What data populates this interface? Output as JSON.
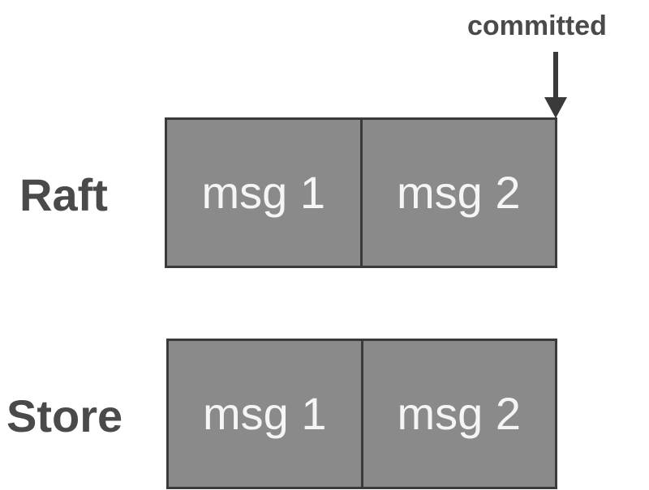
{
  "marker": {
    "label": "committed"
  },
  "rows": [
    {
      "label": "Raft",
      "cells": [
        "msg 1",
        "msg 2"
      ]
    },
    {
      "label": "Store",
      "cells": [
        "msg 1",
        "msg 2"
      ]
    }
  ],
  "colors": {
    "cell_fill": "#8a8a8a",
    "cell_border": "#3a3a3a",
    "cell_text": "#f5f5f5",
    "label_text": "#4a4a4a"
  }
}
